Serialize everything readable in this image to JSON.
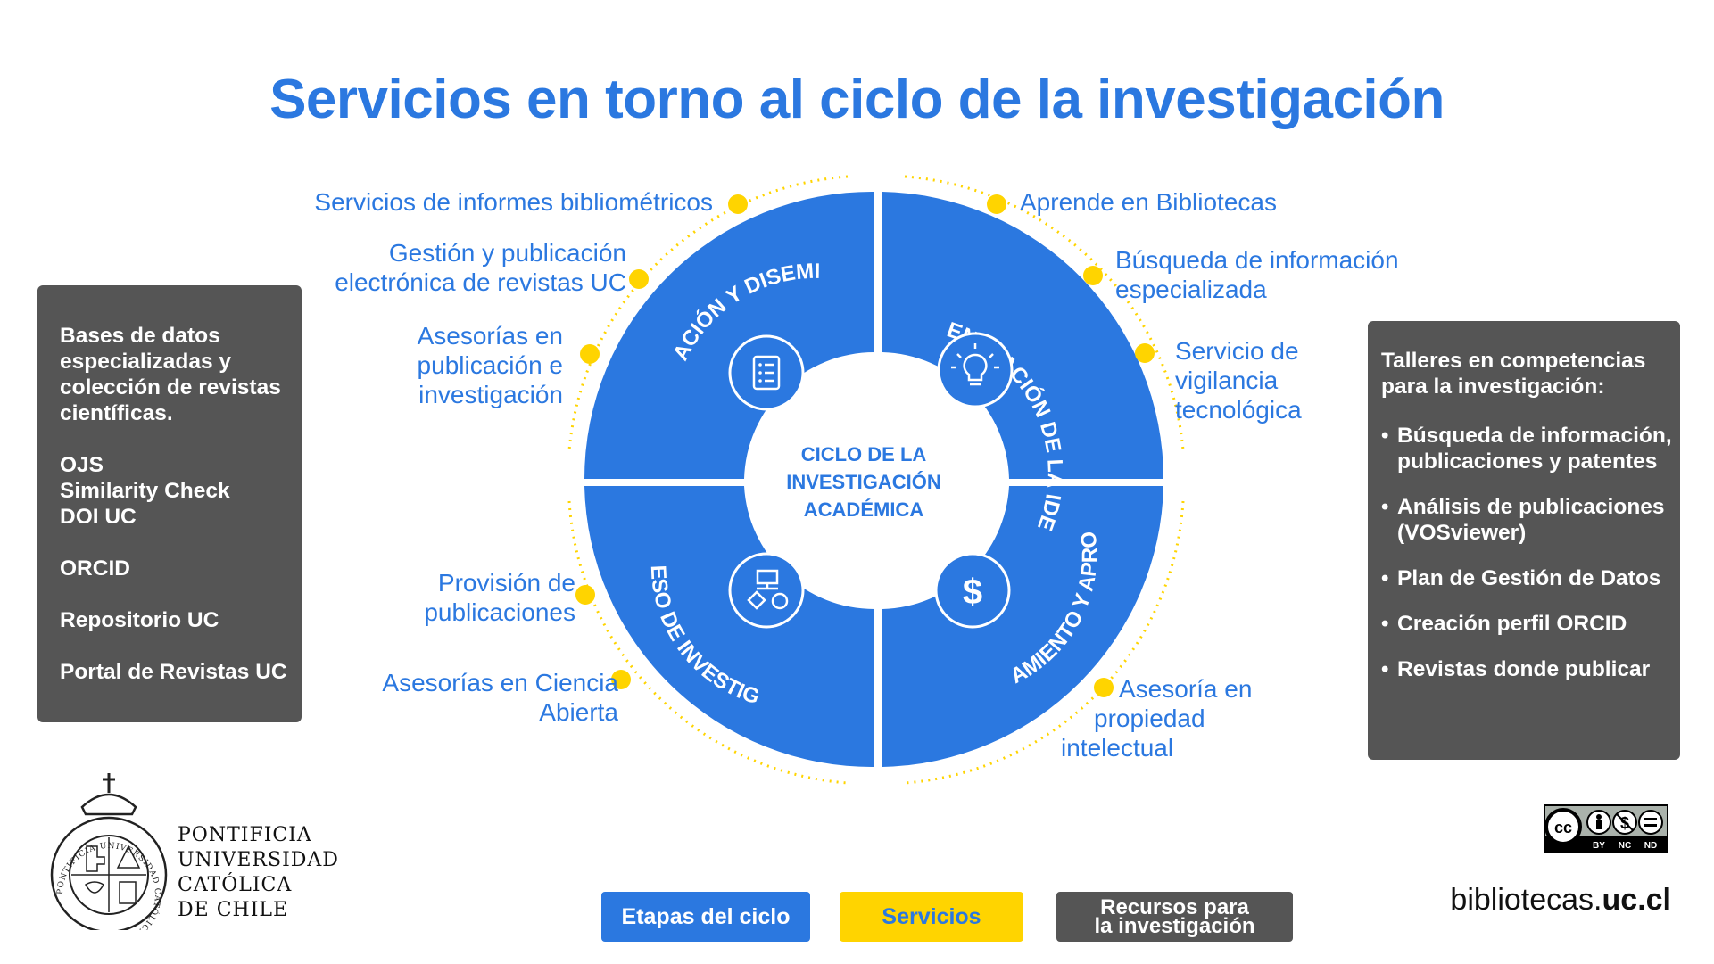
{
  "title": "Servicios en torno al ciclo de la investigación",
  "cycle": {
    "center": [
      "CICLO DE LA",
      "INVESTIGACIÓN",
      "ACADÉMICA"
    ],
    "stages": [
      {
        "name": "GENERACIÓN DE LA IDEA",
        "icon": "lightbulb-icon"
      },
      {
        "name": "FINANCIAMIENTO Y APROBACIÓN",
        "icon": "dollar-icon"
      },
      {
        "name": "PROCESO DE INVESTIGACIÓN",
        "icon": "flowchart-icon"
      },
      {
        "name": "PUBLICACIÓN Y DISEMINACIÓN",
        "icon": "document-list-icon"
      }
    ]
  },
  "services": {
    "bibliometricos": "Servicios de informes bibliométricos",
    "revistas_1": "Gestión y publicación",
    "revistas_2": "electrónica de revistas UC",
    "asesorias_pub_1": "Asesorías en",
    "asesorias_pub_2": "publicación e",
    "asesorias_pub_3": "investigación",
    "aprende": "Aprende en Bibliotecas",
    "busqueda_1": "Búsqueda de información",
    "busqueda_2": "especializada",
    "vigilancia_1": "Servicio de",
    "vigilancia_2": "vigilancia",
    "vigilancia_3": "tecnológica",
    "provision_1": "Provisión de",
    "provision_2": "publicaciones",
    "ciencia_1": "Asesorías en Ciencia",
    "ciencia_2": "Abierta",
    "propiedad_1": "Asesoría en",
    "propiedad_2": "propiedad",
    "propiedad_3": "intelectual"
  },
  "left_panel": {
    "lines": [
      "Bases de datos",
      "especializadas y",
      "colección de revistas",
      "científicas."
    ],
    "items": [
      "OJS",
      "Similarity Check",
      "DOI UC",
      "ORCID",
      "Repositorio UC",
      "Portal de Revistas UC"
    ]
  },
  "right_panel": {
    "heading": [
      "Talleres en competencias",
      "para la investigación:"
    ],
    "bullet": "•",
    "items": [
      [
        "Búsqueda de información,",
        "publicaciones y patentes"
      ],
      [
        "Análisis de publicaciones",
        "(VOSviewer)"
      ],
      [
        "Plan de Gestión de Datos"
      ],
      [
        "Creación perfil ORCID"
      ],
      [
        "Revistas donde publicar"
      ]
    ]
  },
  "legend": {
    "etapas": "Etapas del ciclo",
    "servicios": "Servicios",
    "recursos_1": "Recursos para",
    "recursos_2": "la investigación"
  },
  "logo": {
    "lines": [
      "PONTIFICIA",
      "UNIVERSIDAD",
      "CATÓLICA",
      "DE CHILE"
    ],
    "seal_text": "PONTIFICIA UNIVERSIDAD CATÓLICA DE CHILE"
  },
  "license": {
    "cc": "cc",
    "labels": [
      "BY",
      "NC",
      "ND"
    ]
  },
  "website": {
    "prefix": "bibliotecas.",
    "domain": "uc.cl"
  },
  "colors": {
    "blue": "#2b78e0",
    "yellow": "#ffd400",
    "gray": "#555555"
  }
}
